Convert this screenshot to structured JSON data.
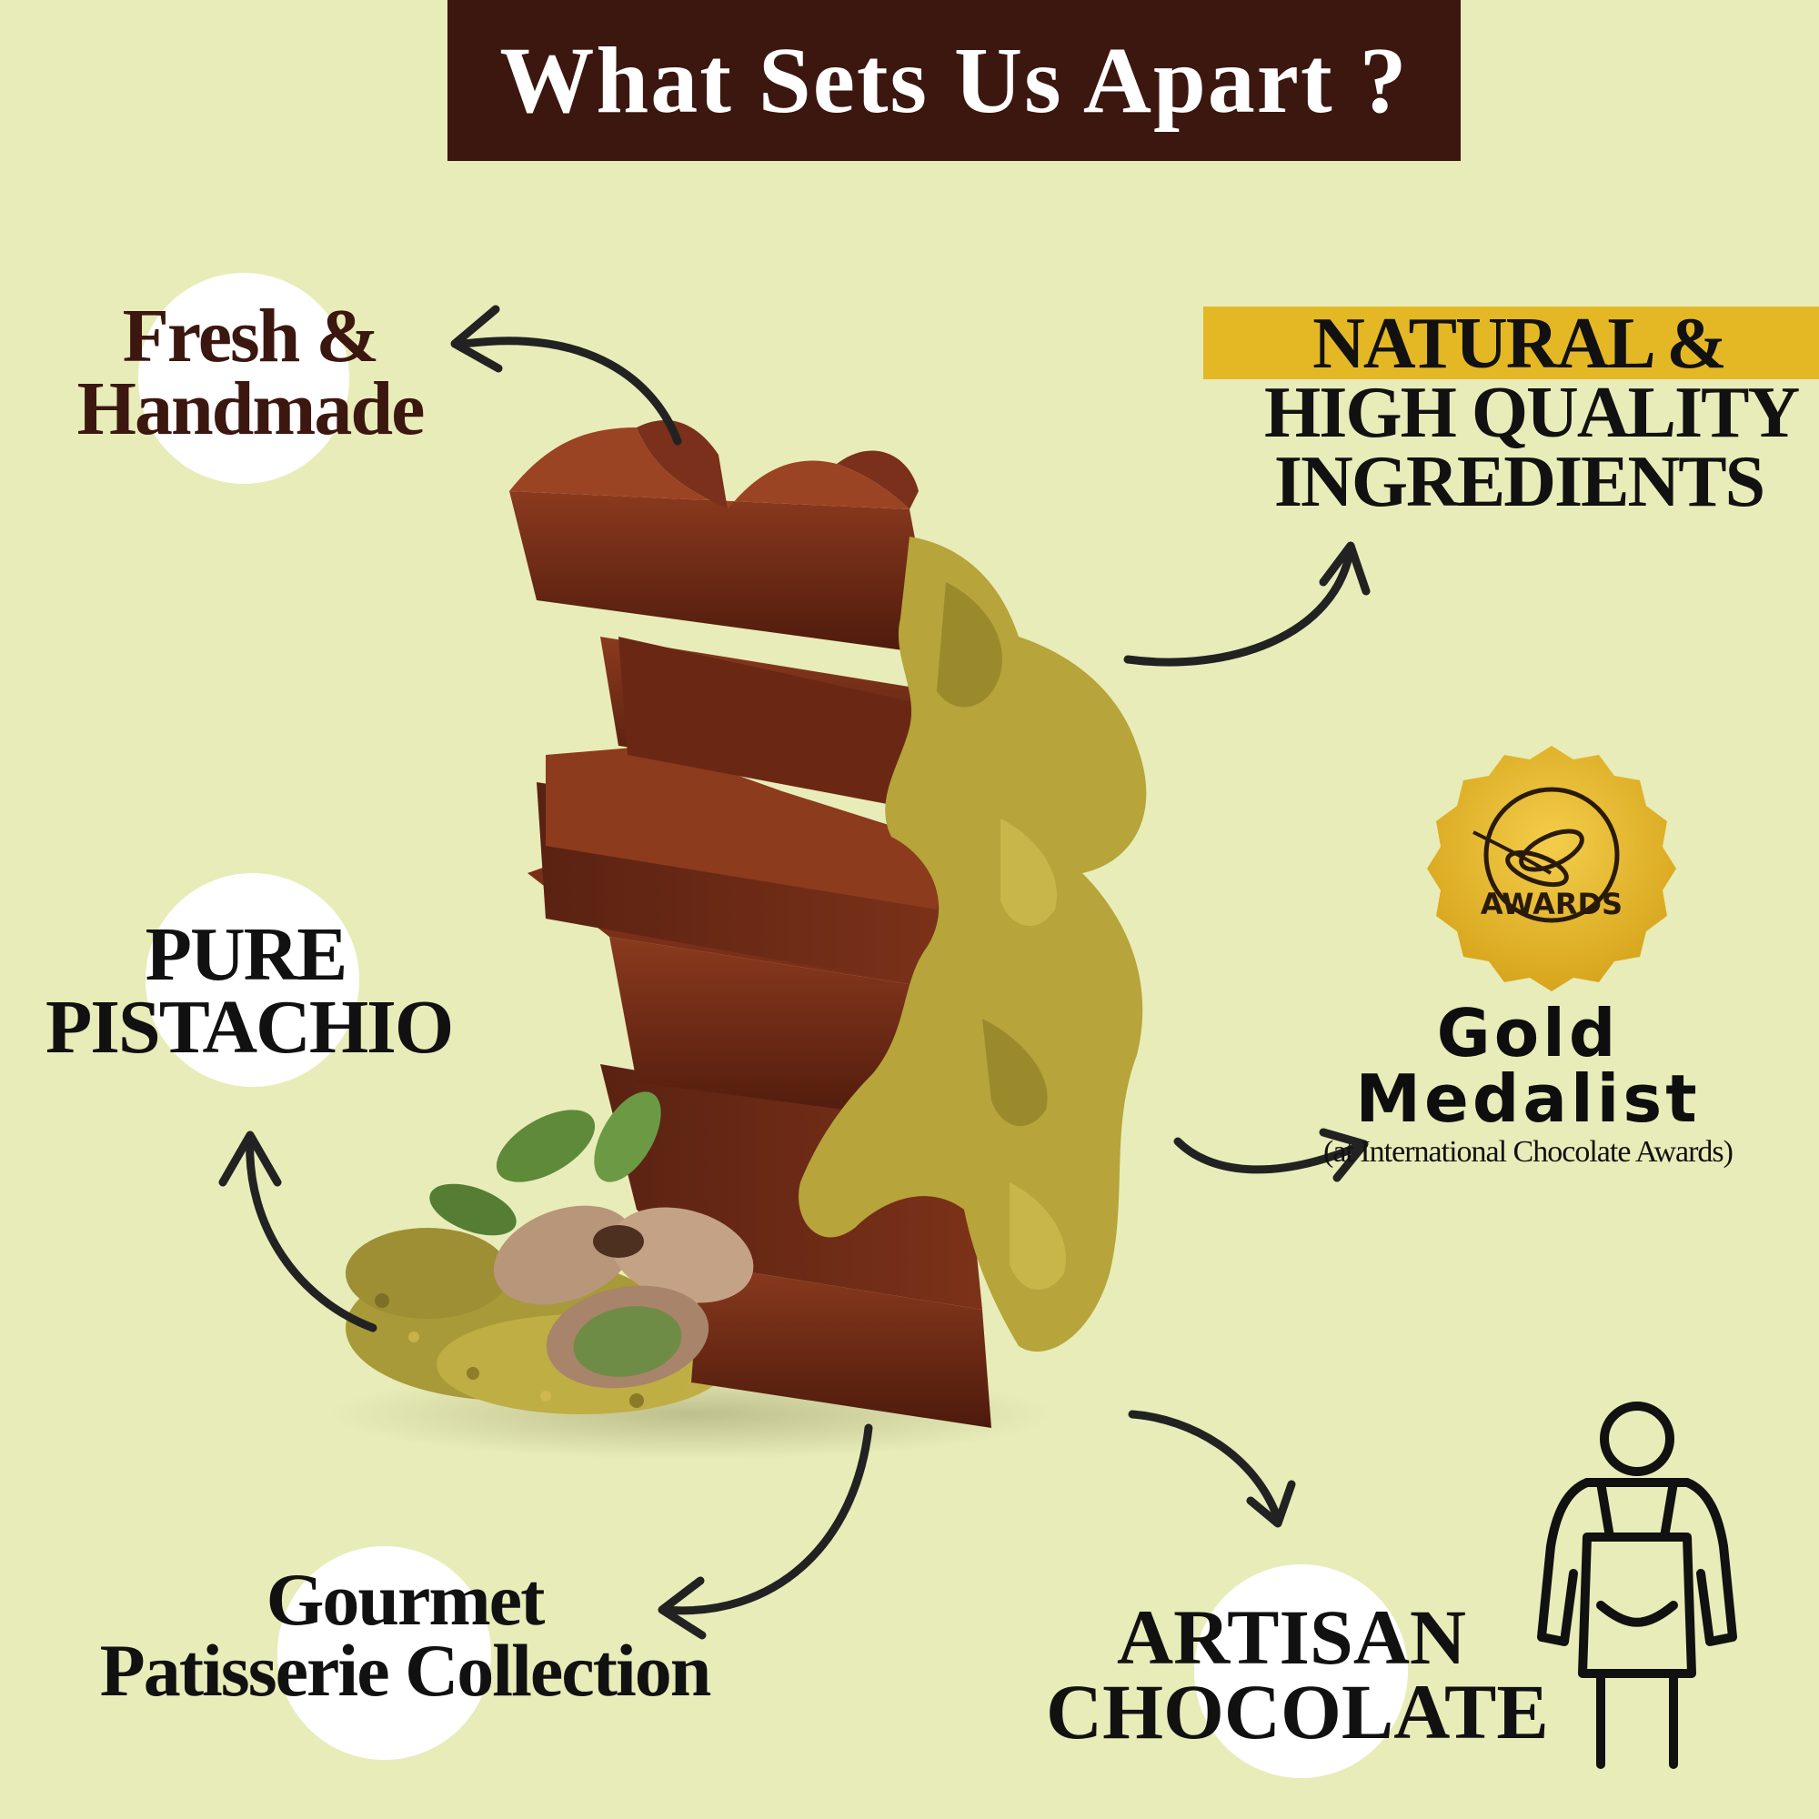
{
  "header": {
    "title": "What Sets Us Apart ?"
  },
  "features": {
    "fresh": {
      "line1": "Fresh &",
      "line2": "Handmade"
    },
    "natural": {
      "line1": "NATURAL &",
      "line2": "HIGH QUALITY",
      "line3": "INGREDIENTS"
    },
    "pistachio": {
      "line1": "PURE",
      "line2": "PISTACHIO"
    },
    "gold": {
      "badge": "AWARDS",
      "title": "Gold Medalist",
      "note": "(at International Chocolate Awards)"
    },
    "gourmet": {
      "line1": "Gourmet",
      "line2": "Patisserie Collection"
    },
    "artisan": {
      "line1": "ARTISAN",
      "line2": "CHOCOLATE"
    }
  },
  "colors": {
    "background": "#e8ecb8",
    "header_bg": "#3b1710",
    "gold": "#e4b824",
    "chocolate": "#6a2a16",
    "pistachio": "#b8a83a"
  },
  "icons": [
    "award-seal-icon",
    "chef-apron-icon",
    "arrow-icon"
  ]
}
